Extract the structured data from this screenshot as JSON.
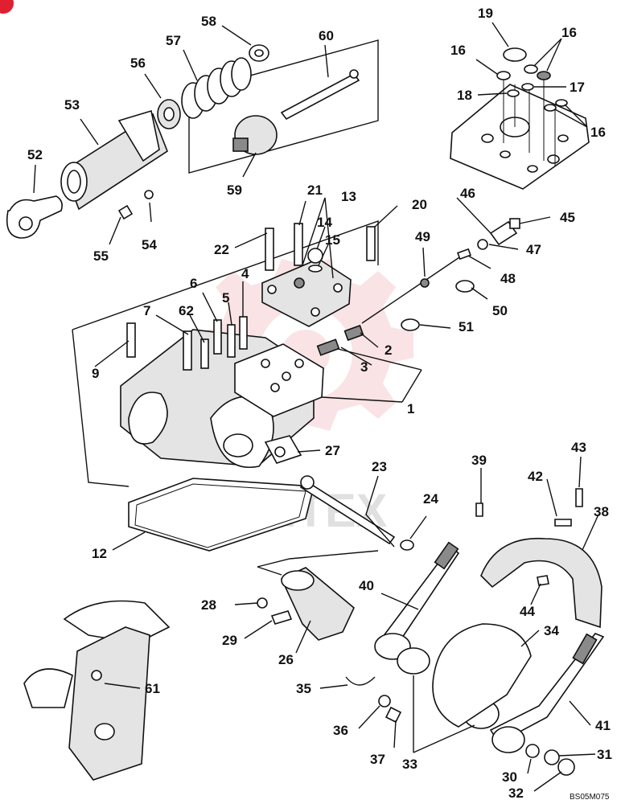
{
  "watermark_text": "ИНТЕХ",
  "drawing_ref": "BS05M075",
  "callouts": [
    "1",
    "2",
    "3",
    "4",
    "5",
    "6",
    "7",
    "9",
    "12",
    "13",
    "14",
    "15",
    "16",
    "17",
    "18",
    "19",
    "20",
    "21",
    "22",
    "23",
    "24",
    "26",
    "27",
    "28",
    "29",
    "30",
    "31",
    "32",
    "33",
    "34",
    "35",
    "36",
    "37",
    "38",
    "39",
    "40",
    "41",
    "42",
    "43",
    "44",
    "45",
    "46",
    "47",
    "48",
    "49",
    "50",
    "51",
    "52",
    "53",
    "54",
    "55",
    "56",
    "57",
    "58",
    "59",
    "60",
    "61",
    "62"
  ],
  "colors": {
    "line": "#111111",
    "watermark_gear": "#f0b0b6",
    "watermark_text": "#c7c7c7",
    "corner_badge": "#e02030"
  }
}
